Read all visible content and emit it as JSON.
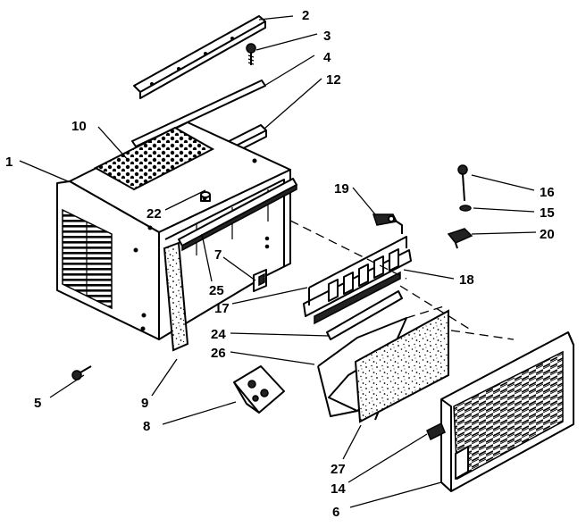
{
  "diagram": {
    "callouts": [
      {
        "id": "c1",
        "text": "1"
      },
      {
        "id": "c2",
        "text": "2"
      },
      {
        "id": "c3",
        "text": "3"
      },
      {
        "id": "c4",
        "text": "4"
      },
      {
        "id": "c5",
        "text": "5"
      },
      {
        "id": "c6",
        "text": "6"
      },
      {
        "id": "c7",
        "text": "7"
      },
      {
        "id": "c8",
        "text": "8"
      },
      {
        "id": "c9",
        "text": "9"
      },
      {
        "id": "c10",
        "text": "10"
      },
      {
        "id": "c12",
        "text": "12"
      },
      {
        "id": "c14",
        "text": "14"
      },
      {
        "id": "c15",
        "text": "15"
      },
      {
        "id": "c16",
        "text": "16"
      },
      {
        "id": "c17",
        "text": "17"
      },
      {
        "id": "c18",
        "text": "18"
      },
      {
        "id": "c19",
        "text": "19"
      },
      {
        "id": "c20",
        "text": "20"
      },
      {
        "id": "c22",
        "text": "22"
      },
      {
        "id": "c24",
        "text": "24"
      },
      {
        "id": "c25",
        "text": "25"
      },
      {
        "id": "c26",
        "text": "26"
      },
      {
        "id": "c27",
        "text": "27"
      }
    ]
  }
}
